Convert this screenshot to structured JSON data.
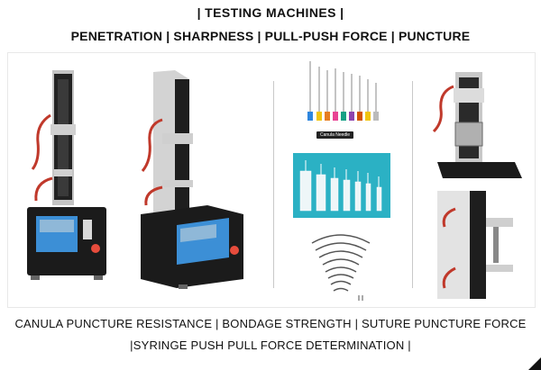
{
  "header": {
    "line1": "| TESTING MACHINES |",
    "line2": "PENETRATION | SHARPNESS | PULL-PUSH FORCE | PUNCTURE"
  },
  "gallery": {
    "needle_label": "Canula Needle"
  },
  "footer": {
    "line1": "CANULA PUNCTURE RESISTANCE  |  BONDAGE STRENGTH  |  SUTURE PUNCTURE FORCE",
    "line2": "|SYRINGE PUSH PULL FORCE DETERMINATION |"
  },
  "colors": {
    "machine_body": "#1b1b1b",
    "column": "#bfbfbf",
    "cable": "#c0392b",
    "screen": "#8fb8d8",
    "syringe_bg": "#2bb1c4",
    "needle_hubs": [
      "#2e86de",
      "#f1c40f",
      "#e67e22",
      "#e84393",
      "#16a085",
      "#8e44ad",
      "#d35400"
    ]
  }
}
